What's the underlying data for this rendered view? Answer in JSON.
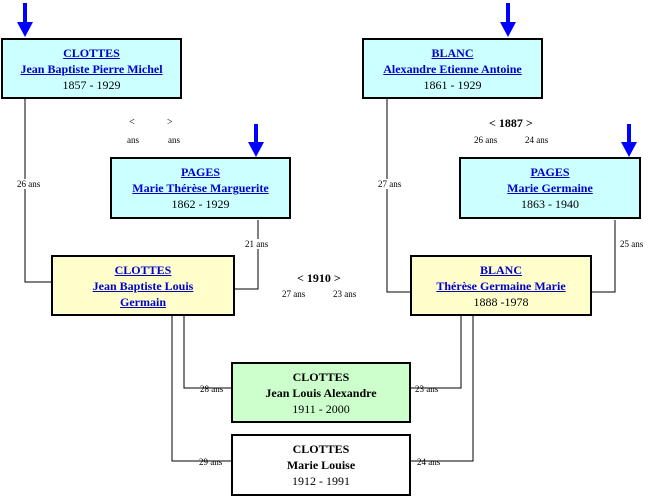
{
  "persons": {
    "clottes_jbpm": {
      "surname": "CLOTTES",
      "given": "Jean Baptiste Pierre Michel",
      "dates": "1857 - 1929"
    },
    "blanc_aea": {
      "surname": "BLANC",
      "given": "Alexandre Etienne Antoine",
      "dates": "1861 - 1929"
    },
    "pages_mtm": {
      "surname": "PAGES",
      "given": "Marie Thérèse Marguerite",
      "dates": "1862 - 1929"
    },
    "pages_mg": {
      "surname": "PAGES",
      "given": "Marie Germaine",
      "dates": "1863 - 1940"
    },
    "clottes_jblg": {
      "surname": "CLOTTES",
      "given1": "Jean Baptiste Louis",
      "given2": "Germain"
    },
    "blanc_tgm": {
      "surname": "BLANC",
      "given": "Thérèse Germaine Marie",
      "dates": "1888 -1978"
    },
    "clottes_jla": {
      "surname": "CLOTTES",
      "given": "Jean Louis Alexandre",
      "dates": "1911 - 2000"
    },
    "clottes_ml": {
      "surname": "CLOTTES",
      "given": "Marie Louise",
      "dates": "1912 - 1991"
    }
  },
  "marriages": {
    "left": {
      "open": "<",
      "close": ">",
      "year": "",
      "age_husband": "ans",
      "age_wife": "ans"
    },
    "right": {
      "open": "<",
      "close": ">",
      "year": "1887",
      "age_husband": "26 ans",
      "age_wife": "24 ans"
    },
    "center": {
      "open": "<",
      "close": ">",
      "year": "1910",
      "age_husband": "27 ans",
      "age_wife": "23 ans"
    }
  },
  "ages": {
    "clottes_jbpm_to_child": "26 ans",
    "pages_mtm_to_child": "21 ans",
    "blanc_aea_to_child": "27 ans",
    "pages_mg_to_child": "25 ans",
    "father_to_jla": "28 ans",
    "mother_to_jla": "23 ans",
    "father_to_ml": "29 ans",
    "mother_to_ml": "24 ans"
  },
  "colors": {
    "ancestor": "#ccffff",
    "parent": "#ffffcc",
    "subject": "#ccffcc",
    "sibling": "#ffffff",
    "arrow": "#0000ff",
    "link": "#0000cc"
  }
}
